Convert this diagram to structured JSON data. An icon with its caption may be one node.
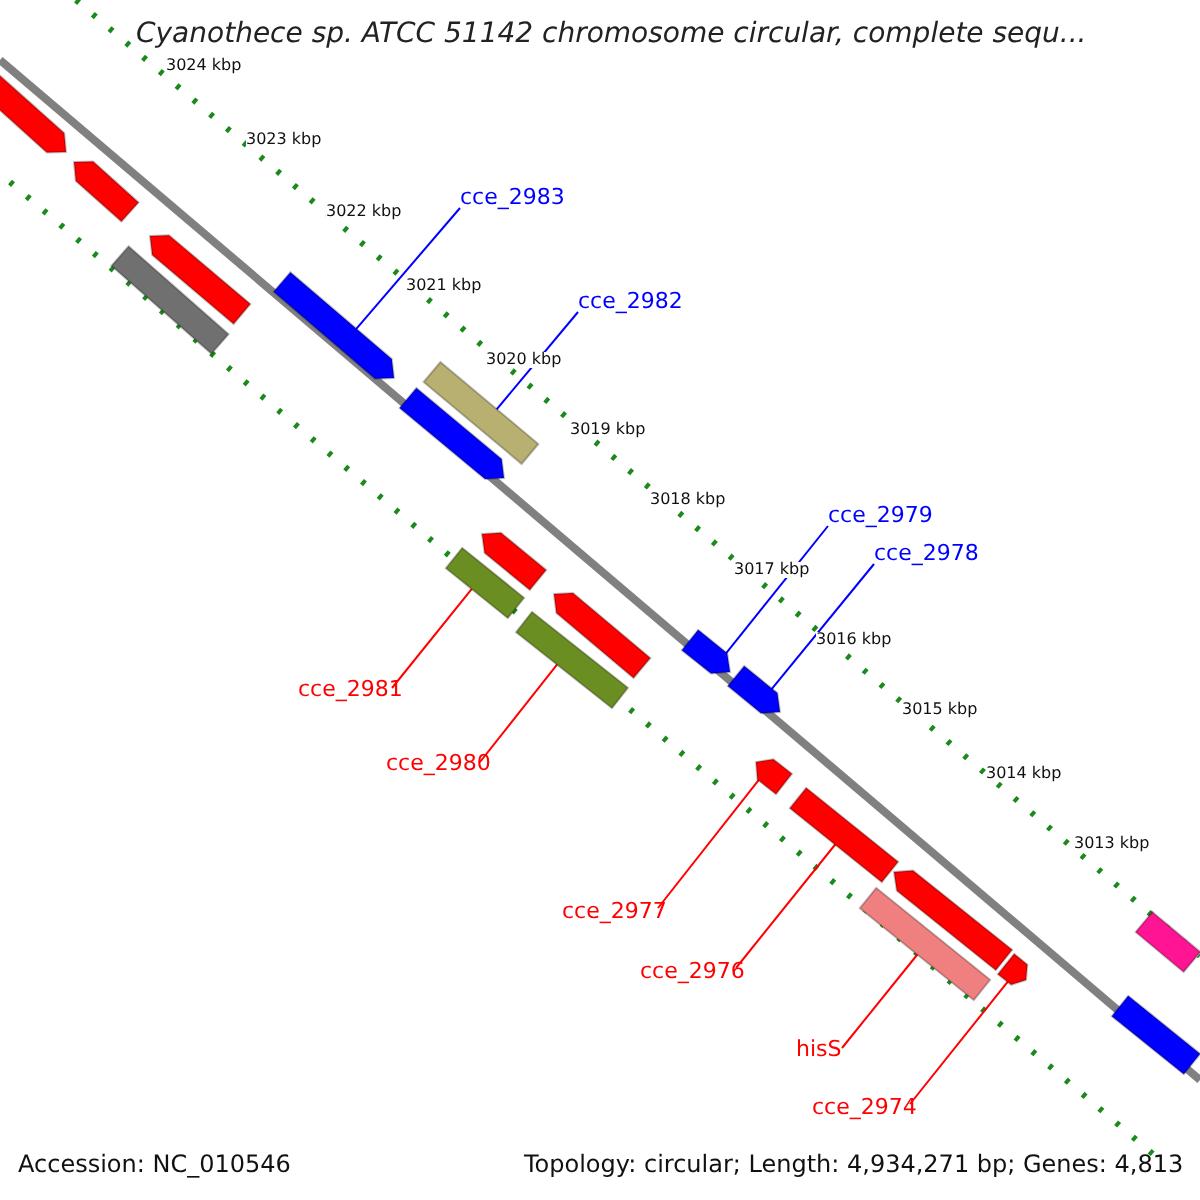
{
  "diagram": {
    "title": "Cyanothece sp. ATCC 51142 chromosome circular, complete sequ...",
    "nodes": [
      {
        "text": [
          "cce_2983"
        ]
      },
      {
        "text": [
          "cce_2982"
        ]
      },
      {
        "text": [
          "cce_2979"
        ]
      },
      {
        "text": [
          "cce_2978"
        ]
      },
      {
        "text": [
          "cce_2981"
        ]
      },
      {
        "text": [
          "cce_2980"
        ]
      },
      {
        "text": [
          "cce_2977"
        ]
      },
      {
        "text": [
          "cce_2976"
        ]
      },
      {
        "text": [
          "hisS"
        ]
      },
      {
        "text": [
          "cce_2974"
        ]
      },
      {
        "text": [],
        "shape": "bar"
      },
      {
        "text": [],
        "shape": "bar"
      },
      {
        "text": [],
        "shape": "bar"
      },
      {
        "text": [],
        "shape": "bar"
      },
      {
        "text": [],
        "shape": "bar"
      },
      {
        "text": [],
        "shape": "bar"
      },
      {
        "text": [],
        "shape": "bar"
      },
      {
        "text": [],
        "shape": "bar"
      },
      {
        "text": [],
        "shape": "bar"
      },
      {
        "text": [],
        "shape": "bar"
      },
      {
        "text": [],
        "shape": "bar"
      },
      {
        "text": [],
        "shape": "bar"
      },
      {
        "text": [],
        "shape": "bar"
      },
      {
        "text": [],
        "shape": "bar"
      },
      {
        "text": [],
        "shape": "bar"
      },
      {
        "text": [],
        "shape": "bar"
      },
      {
        "text": [],
        "shape": "bar"
      },
      {
        "text": [],
        "shape": "bar"
      },
      {
        "text": [],
        "shape": "bar"
      },
      {
        "text": [],
        "shape": "bar"
      }
    ],
    "edges": [
      {
        "from": 0,
        "to": 14,
        "arrow": "none",
        "color": "#0000ff"
      },
      {
        "from": 1,
        "to": 15,
        "arrow": "none",
        "color": "#0000ff"
      },
      {
        "from": 2,
        "to": 21,
        "arrow": "none",
        "color": "#0000ff"
      },
      {
        "from": 3,
        "to": 22,
        "arrow": "none",
        "color": "#0000ff"
      },
      {
        "from": 4,
        "to": 18,
        "arrow": "none"
      },
      {
        "from": 5,
        "to": 20,
        "arrow": "none"
      },
      {
        "from": 6,
        "to": 23,
        "arrow": "none"
      },
      {
        "from": 7,
        "to": 24,
        "arrow": "none"
      },
      {
        "from": 8,
        "to": 26,
        "arrow": "none"
      },
      {
        "from": 9,
        "to": 27,
        "arrow": "none"
      }
    ],
    "labels": [
      "3024 kbp",
      "3023 kbp",
      "3022 kbp",
      "3021 kbp",
      "3020 kbp",
      "3019 kbp",
      "3018 kbp",
      "3017 kbp",
      "3016 kbp",
      "3015 kbp",
      "3014 kbp",
      "3013 kbp",
      "Accession: NC_010546",
      "Topology: circular; Length: 4,934,271 bp; Genes: 4,813"
    ]
  }
}
